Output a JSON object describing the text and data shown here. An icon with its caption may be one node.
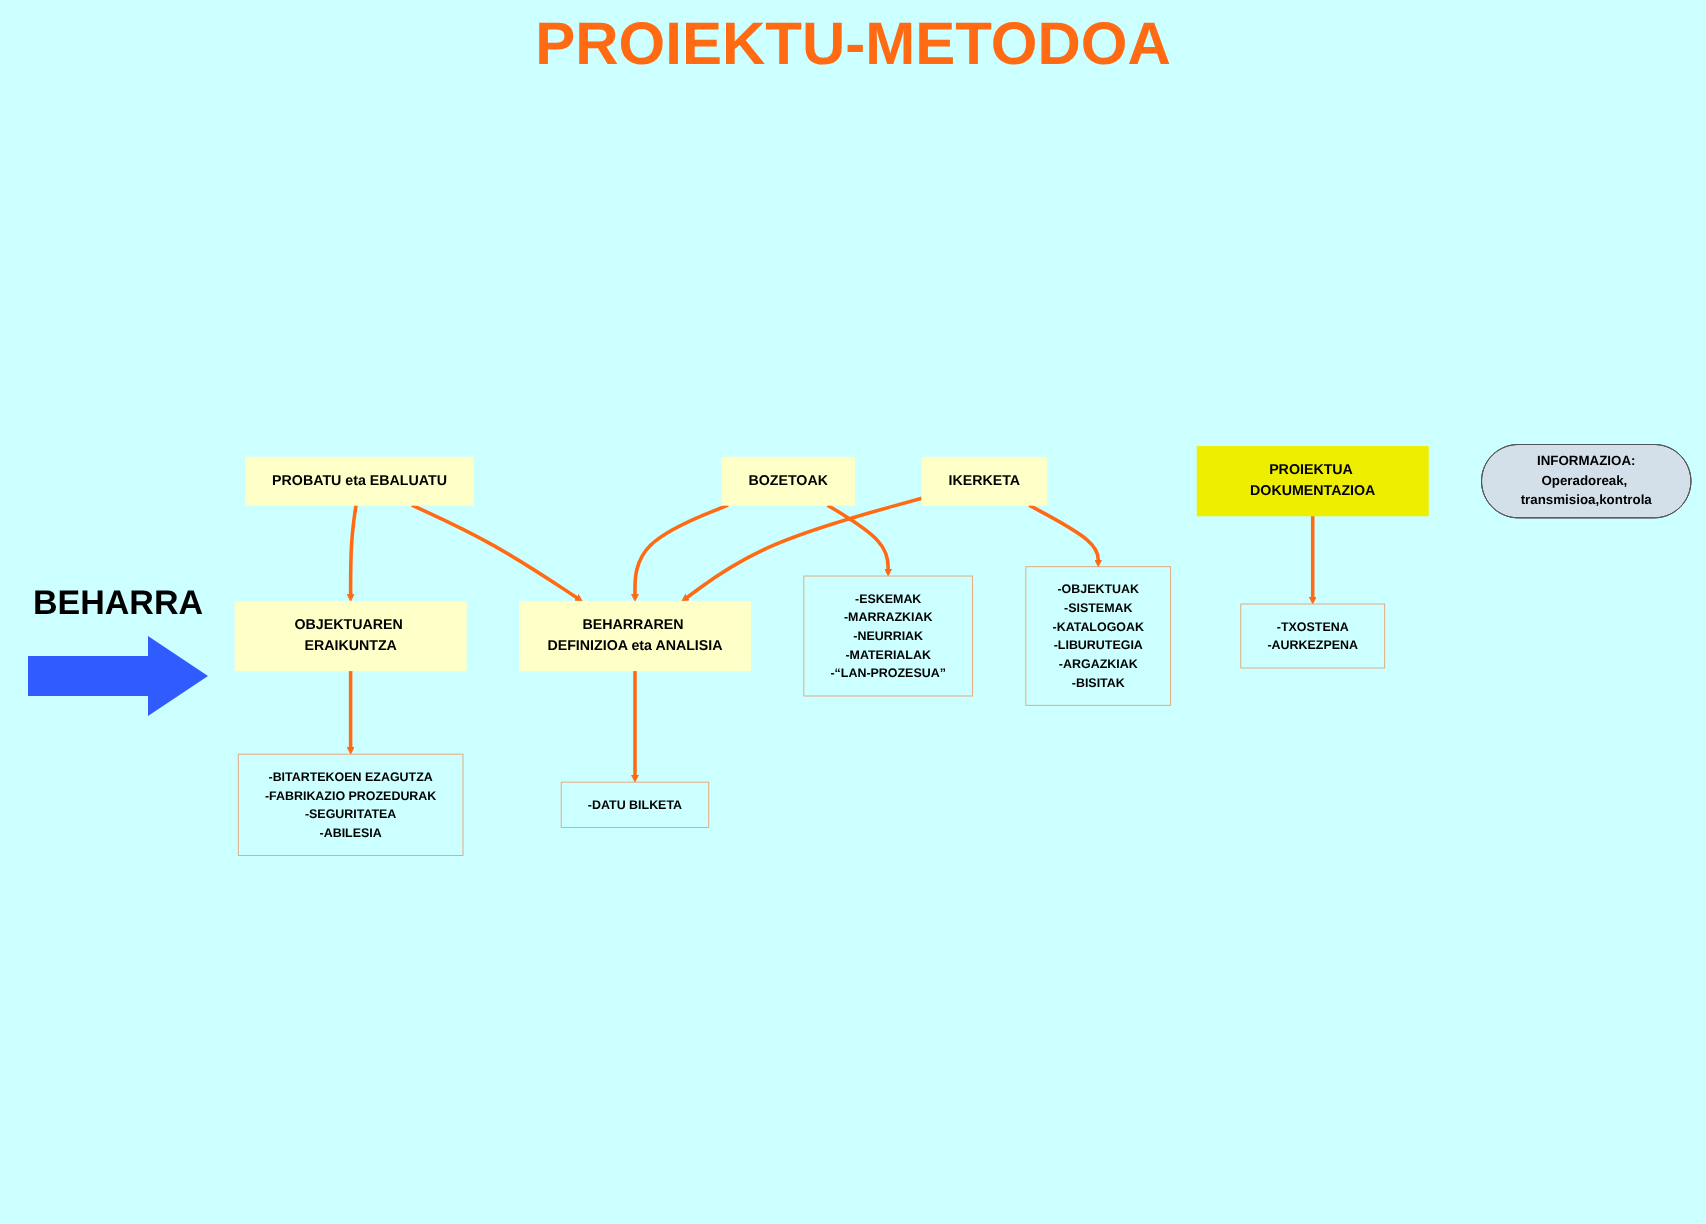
{
  "diagram": {
    "title": "PROIEKTU-METODOA",
    "nodes": [
      {
        "text": [
          "BEHARRAREN DEFINIZIOA eta ANALISIA"
        ]
      },
      {
        "text": [
          "IKERKETA"
        ]
      },
      {
        "text": [
          "BOZETOAK"
        ]
      },
      {
        "text": [
          "OBJEKTUAREN ERAIKUNTZA"
        ]
      },
      {
        "text": [
          "PROBATU eta EBALUATU"
        ]
      },
      {
        "text": [
          "PROIEKTUA DOKUMENTAZIOA"
        ]
      },
      {
        "text": [
          "INFORMAZIOA:",
          "Operadoreak, transmisioa,kontrola"
        ]
      },
      {
        "text": [
          "-DATU BILKETA"
        ]
      },
      {
        "text": [
          "-OBJEKTUAK",
          "-SISTEMAK",
          "-KATALOGOAK",
          "-LIBURUTEGIA",
          "-ARGAZKIAK",
          "-BISITAK"
        ]
      },
      {
        "text": [
          "-ESKEMAK",
          "-MARRAZKIAK",
          "-NEURRIAK",
          "-MATERIALAK",
          "-“LAN-PROZESUA”"
        ]
      },
      {
        "text": [
          "-BITARTEKOEN EZAGUTZA",
          "-FABRIKAZIO PROZEDURAK",
          "-SEGURITATEA",
          "-ABILESIA"
        ]
      },
      {
        "text": [
          "-TXOSTENA",
          "-AURKEZPENA"
        ]
      }
    ],
    "edges": [
      {
        "from": 4,
        "to": 0,
        "arrow": "to"
      },
      {
        "from": 2,
        "to": 0,
        "arrow": "to"
      },
      {
        "from": 1,
        "to": 0,
        "arrow": "to"
      },
      {
        "from": 4,
        "to": 3,
        "arrow": "to"
      },
      {
        "from": 0,
        "to": 7,
        "arrow": "to"
      },
      {
        "from": 1,
        "to": 8,
        "arrow": "to"
      },
      {
        "from": 2,
        "to": 9,
        "arrow": "to"
      },
      {
        "from": 3,
        "to": 10,
        "arrow": "to"
      },
      {
        "from": 5,
        "to": 11,
        "arrow": "to"
      }
    ],
    "labels": [
      "BEHARRA"
    ]
  }
}
